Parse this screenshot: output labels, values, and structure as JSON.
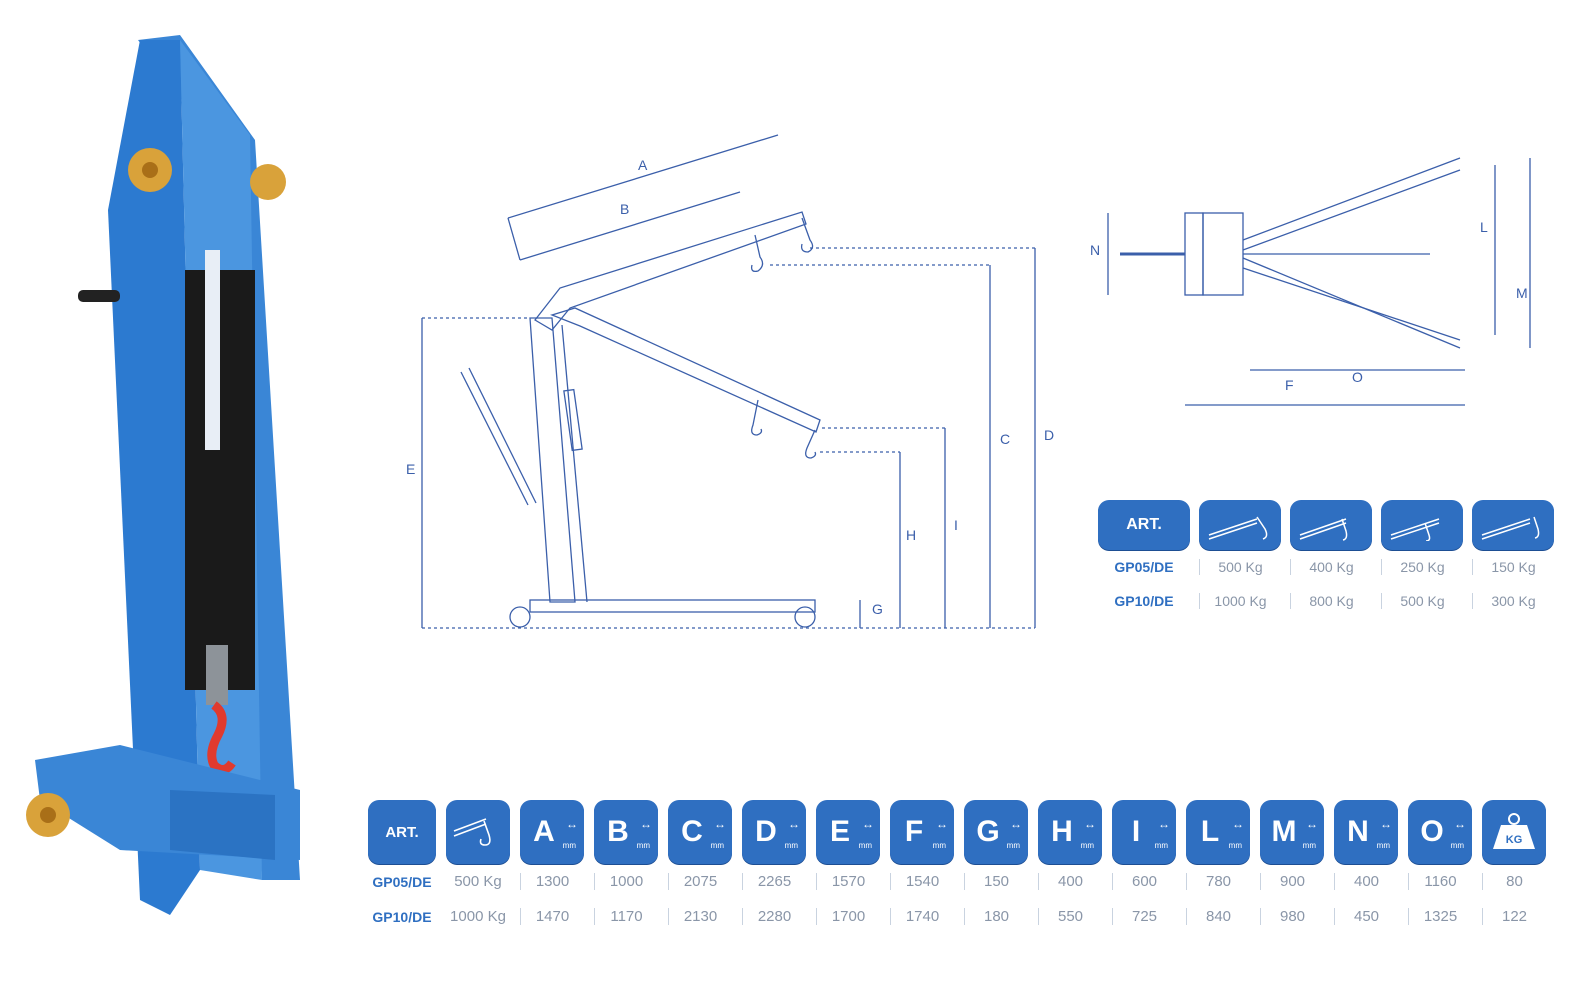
{
  "diagram": {
    "labels": [
      "A",
      "B",
      "C",
      "D",
      "E",
      "F",
      "G",
      "H",
      "I",
      "L",
      "M",
      "N",
      "O"
    ]
  },
  "load_table": {
    "art_label": "ART.",
    "icons": [
      "hook-position-1-icon",
      "hook-position-2-icon",
      "hook-position-3-icon",
      "hook-position-4-icon"
    ],
    "rows": [
      {
        "code": "GP05/DE",
        "values": [
          "500 Kg",
          "400 Kg",
          "250 Kg",
          "150 Kg"
        ]
      },
      {
        "code": "GP10/DE",
        "values": [
          "1000 Kg",
          "800 Kg",
          "500 Kg",
          "300 Kg"
        ]
      }
    ]
  },
  "dim_table": {
    "art_label": "ART.",
    "headers": [
      "A",
      "B",
      "C",
      "D",
      "E",
      "F",
      "G",
      "H",
      "I",
      "L",
      "M",
      "N",
      "O"
    ],
    "unit": "mm",
    "weight_label": "KG",
    "rows": [
      {
        "code": "GP05/DE",
        "capacity": "500 Kg",
        "values": [
          "1300",
          "1000",
          "2075",
          "2265",
          "1570",
          "1540",
          "150",
          "400",
          "600",
          "780",
          "900",
          "400",
          "1160"
        ],
        "weight": "80"
      },
      {
        "code": "GP10/DE",
        "capacity": "1000 Kg",
        "values": [
          "1470",
          "1170",
          "2130",
          "2280",
          "1700",
          "1740",
          "180",
          "550",
          "725",
          "840",
          "980",
          "450",
          "1325"
        ],
        "weight": "122"
      }
    ]
  },
  "colors": {
    "primary": "#2f6fc1",
    "line": "#3b5faa",
    "muted": "#8a96a8"
  }
}
